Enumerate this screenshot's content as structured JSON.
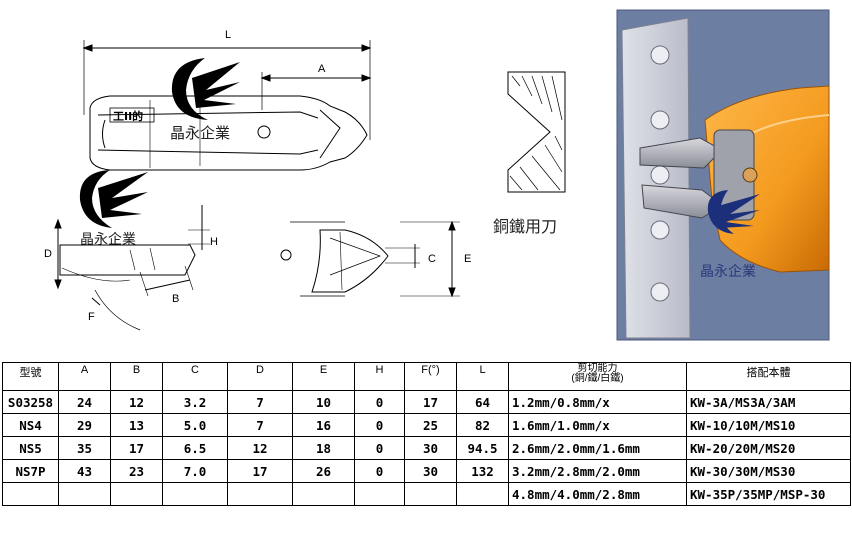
{
  "drawing": {
    "dim_labels": {
      "L": "L",
      "A": "A",
      "B": "B",
      "C": "C",
      "D": "D",
      "E": "E",
      "F": "F",
      "H": "H"
    },
    "logo_text": "晶永企業",
    "blade_stamp": "工II的",
    "blade_caption": "銅鐵用刀",
    "colors": {
      "photo_bg": "#6d7ea3",
      "tool_orange": "#f39a1e",
      "plate_grey": "#c9ccd6",
      "logo_blue": "#1c2f7a"
    }
  },
  "table": {
    "headers": {
      "model": "型號",
      "A": "A",
      "B": "B",
      "C": "C",
      "D": "D",
      "E": "E",
      "H": "H",
      "F": "F(°)",
      "L": "L",
      "capacity": "剪切能力",
      "capacity_sub": "(銅/鐵/白鐵)",
      "machine": "搭配本體"
    },
    "rows": [
      {
        "model": "S03258",
        "A": "24",
        "B": "12",
        "C": "3.2",
        "D": "7",
        "E": "10",
        "H": "0",
        "F": "17",
        "L": "64",
        "capacity": "1.2mm/0.8mm/x",
        "machine": "KW-3A/MS3A/3AM"
      },
      {
        "model": "NS4",
        "A": "29",
        "B": "13",
        "C": "5.0",
        "D": "7",
        "E": "16",
        "H": "0",
        "F": "25",
        "L": "82",
        "capacity": "1.6mm/1.0mm/x",
        "machine": "KW-10/10M/MS10"
      },
      {
        "model": "NS5",
        "A": "35",
        "B": "17",
        "C": "6.5",
        "D": "12",
        "E": "18",
        "H": "0",
        "F": "30",
        "L": "94.5",
        "capacity": "2.6mm/2.0mm/1.6mm",
        "machine": "KW-20/20M/MS20"
      },
      {
        "model": "NS7P",
        "A": "43",
        "B": "23",
        "C": "7.0",
        "D": "17",
        "E": "26",
        "H": "0",
        "F": "30",
        "L": "132",
        "capacity": "3.2mm/2.8mm/2.0mm",
        "machine": "KW-30/30M/MS30"
      }
    ],
    "extra_row": {
      "capacity": "4.8mm/4.0mm/2.8mm",
      "machine": "KW-35P/35MP/MSP-30"
    }
  }
}
